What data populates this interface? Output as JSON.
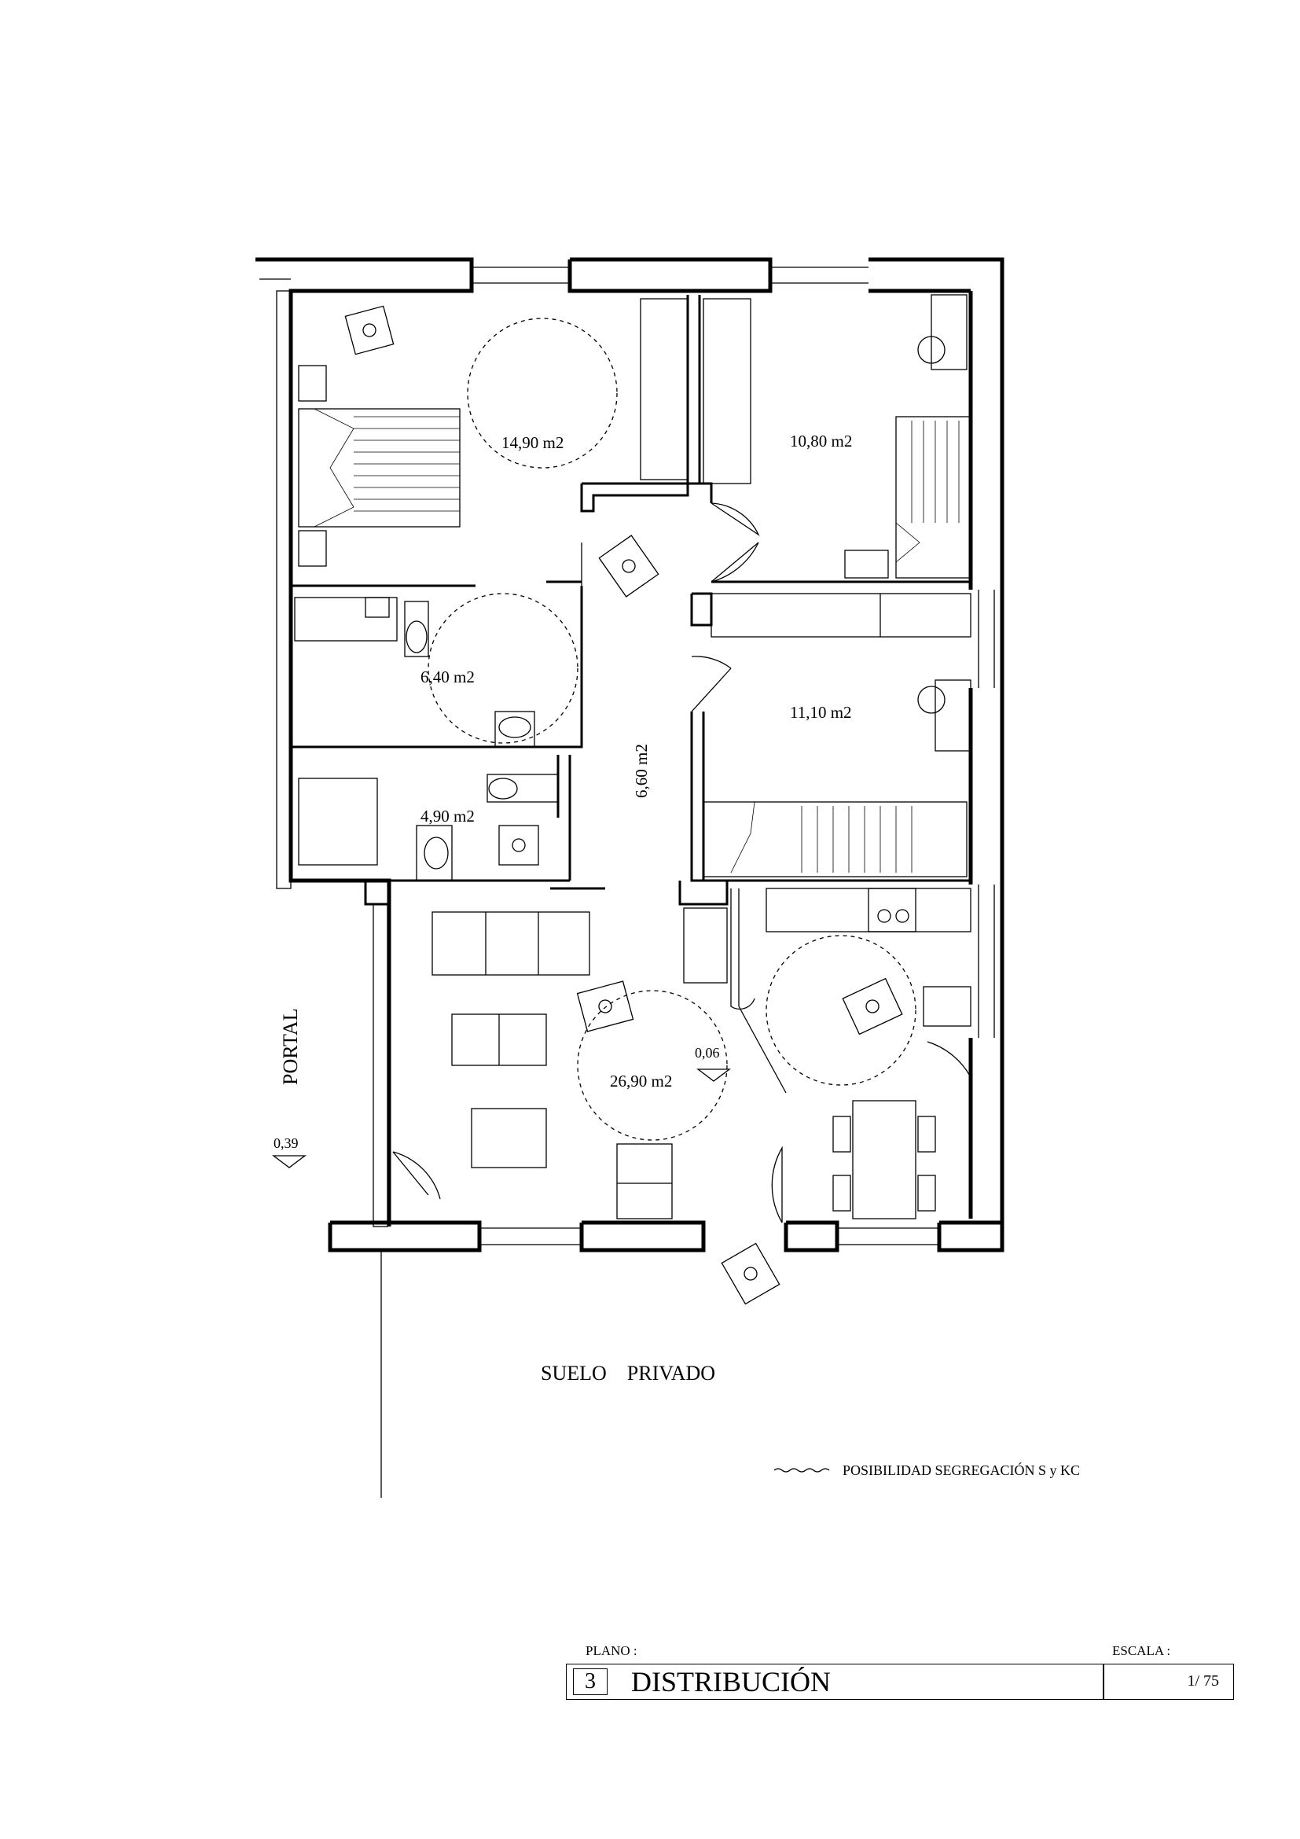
{
  "rooms": {
    "dormitorio_principal": "14,90 m2",
    "dormitorio_2": "10,80 m2",
    "dormitorio_3": "11,10 m2",
    "bano_1": "6,40 m2",
    "bano_2": "4,90 m2",
    "pasillo": "6,60 m2",
    "salon": "26,90 m2"
  },
  "levels": {
    "interior": "0,06",
    "portal": "0,39"
  },
  "labels": {
    "portal": "PORTAL",
    "suelo": "SUELO    PRIVADO",
    "legend": "POSIBILIDAD SEGREGACIÓN S y KC"
  },
  "title_block": {
    "plano_label": "PLANO :",
    "escala_label": "ESCALA :",
    "number": "3",
    "title": "DISTRIBUCIÓN",
    "scale": "1/ 75"
  }
}
